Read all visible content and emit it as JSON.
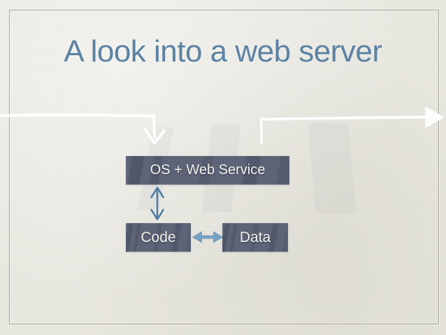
{
  "slide": {
    "title": "A look into a web server",
    "nodes": {
      "os": {
        "label": "OS + Web Service"
      },
      "code": {
        "label": "Code"
      },
      "data": {
        "label": "Data"
      }
    },
    "connectors": {
      "incoming_flow": "white sketched arrow entering from left, pointing down into OS + Web Service",
      "outgoing_flow": "white sketched arrow rising from OS + Web Service area, exiting right",
      "os_code_link": "vertical double-headed arrow between OS + Web Service and Code",
      "code_data_link": "horizontal double-headed arrow between Code and Data"
    },
    "colors": {
      "background": "#e9e8e1",
      "frame_border": "#a5a199",
      "title_text": "#5c82a2",
      "box_fill": "#5e6477",
      "box_text": "#f2f1ec",
      "arrow_blue": "#4e7ba6",
      "arrow_blue_light": "#76a0bf",
      "arrow_white": "#ffffff"
    }
  }
}
